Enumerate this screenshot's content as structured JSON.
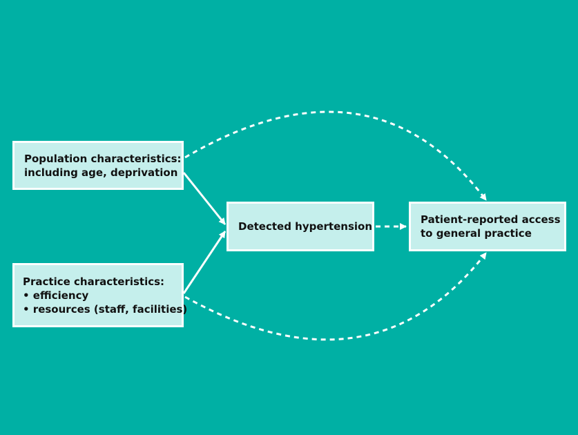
{
  "colors": {
    "background": "#00b0a4",
    "box_fill": "#c5efec",
    "box_border": "#ffffff",
    "arrow": "#ffffff",
    "text": "#111111"
  },
  "nodes": {
    "population": {
      "line1": "Population characteristics:",
      "line2": "including age, deprivation"
    },
    "practice": {
      "heading": "Practice characteristics:",
      "bullet1": "• efficiency",
      "bullet2": "• resources (staff, facilities)"
    },
    "detected": {
      "label": "Detected hypertension"
    },
    "access": {
      "line1": "Patient-reported access",
      "line2": "to general practice"
    }
  },
  "edges": [
    {
      "from": "population",
      "to": "detected",
      "style": "solid"
    },
    {
      "from": "practice",
      "to": "detected",
      "style": "solid"
    },
    {
      "from": "detected",
      "to": "access",
      "style": "dashed"
    },
    {
      "from": "population",
      "to": "access",
      "style": "dashed"
    },
    {
      "from": "practice",
      "to": "access",
      "style": "dashed"
    }
  ]
}
